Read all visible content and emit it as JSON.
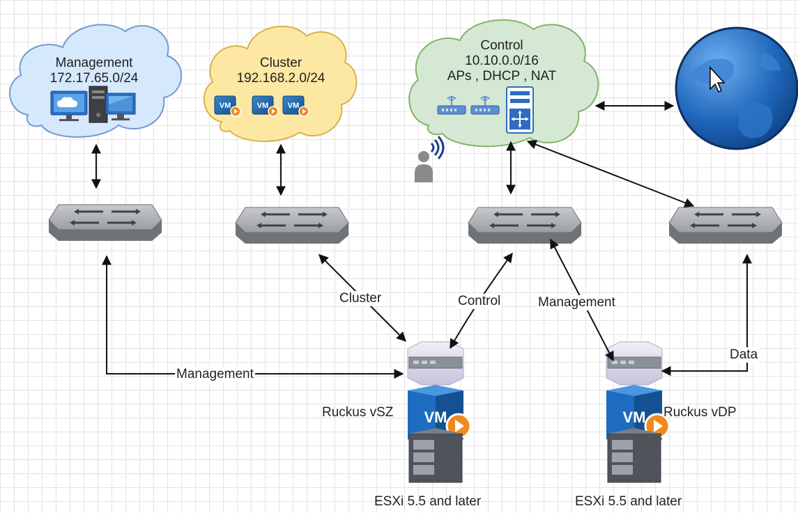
{
  "clouds": {
    "management": {
      "line1": "Management",
      "line2": "172.17.65.0/24",
      "fill": "#d6e8fb",
      "stroke": "#6f9bd3"
    },
    "cluster": {
      "line1": "Cluster",
      "line2": "192.168.2.0/24",
      "fill": "#fde8a3",
      "stroke": "#d8b24a"
    },
    "control": {
      "line1": "Control",
      "line2": "10.10.0.0/16",
      "line3": "APs , DHCP , NAT",
      "fill": "#d5e8d4",
      "stroke": "#82b366"
    }
  },
  "edges": {
    "cluster": "Cluster",
    "control": "Control",
    "management_right": "Management",
    "management_left": "Management",
    "data": "Data"
  },
  "hosts": {
    "vsz_name": "Ruckus vSZ",
    "vdp_name": "Ruckus vDP",
    "vsz_platform": "ESXi 5.5 and later",
    "vdp_platform": "ESXi 5.5 and later",
    "vm_badge": "VM"
  },
  "colors": {
    "vm_blue": "#1a5fa8",
    "play_orange": "#f08a1d",
    "switch_gray": "#8e9196",
    "globe_blue": "#1d63b8",
    "arrow": "#111111"
  },
  "icons": [
    "cloud-monitor-icon",
    "server-tower-icon",
    "desktop-icon",
    "vm-icon",
    "access-point-icon",
    "router-icon",
    "wireless-user-icon",
    "globe-icon",
    "mouse-cursor-icon",
    "switch-icon",
    "server-stack-icon"
  ]
}
